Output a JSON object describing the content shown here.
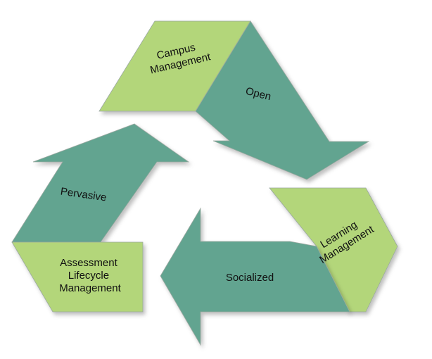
{
  "diagram": {
    "campus": {
      "line1": "Campus",
      "line2": "Management"
    },
    "open": {
      "label": "Open"
    },
    "learning": {
      "line1": "Learning",
      "line2": "Management"
    },
    "socialized": {
      "label": "Socialized"
    },
    "pervasive": {
      "label": "Pervasive"
    },
    "assessment": {
      "line1": "Assessment",
      "line2": "Lifecycle",
      "line3": "Management"
    }
  },
  "colors": {
    "light_green": "#b3d67a",
    "teal": "#62a490",
    "edge": "#9aa8a0"
  }
}
